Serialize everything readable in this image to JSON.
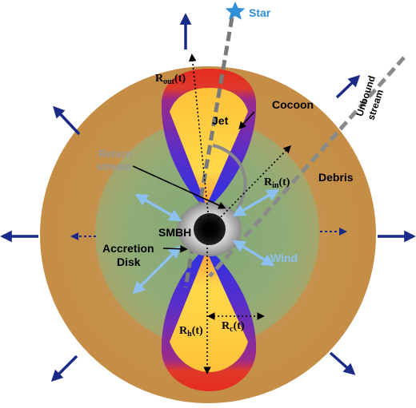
{
  "colors": {
    "debris": "#c8924a",
    "inner_green": "#8fae7a",
    "jet_red": "#e42a20",
    "jet_yellow": "#ffd84a",
    "jet_blue": "#2a32e6",
    "arrow_navy": "#1b2a86",
    "wind_light_blue": "#8cc0ef",
    "star_blue": "#2f8fd6",
    "stream_gray": "#7a7a7a"
  },
  "labels": {
    "star": "Star",
    "jet": "Jet",
    "cocoon": "Cocoon",
    "unbound_stream_1": "Unbound",
    "unbound_stream_2": "stream",
    "return_stream_1": "Return",
    "return_stream_2": "stream",
    "debris": "Debris",
    "smbh": "SMBH",
    "accretion_disk_1": "Accretion",
    "accretion_disk_2": "Disk",
    "wind": "Wind",
    "r_out_main": "R",
    "r_out_sub": "out",
    "r_out_arg": "(t)",
    "r_in_main": "R",
    "r_in_sub": "in",
    "r_in_arg": "(t)",
    "r_h_main": "R",
    "r_h_sub": "h",
    "r_h_arg": "(t)",
    "r_c_main": "R",
    "r_c_sub": "c",
    "r_c_arg": "(t)"
  },
  "icons": {
    "star": "star-icon",
    "outflow_arrow": "arrow-icon",
    "wind_arrow": "double-arrow-icon"
  }
}
